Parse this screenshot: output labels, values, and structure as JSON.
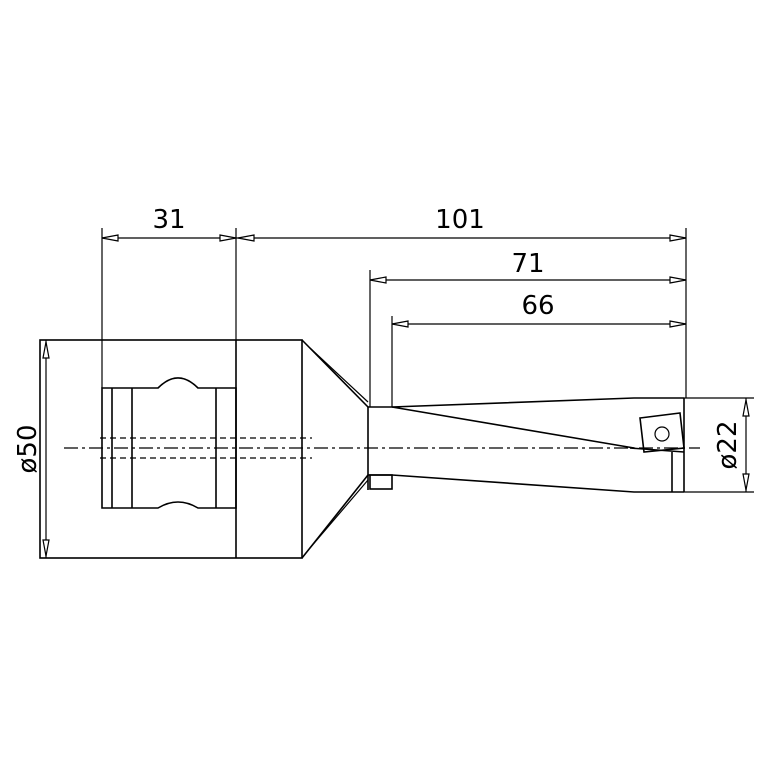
{
  "dimensions": {
    "shank_length": "31",
    "overall_length": "101",
    "length_to_step": "71",
    "flute_length": "66",
    "shank_diameter": "ø50",
    "drill_diameter": "ø22"
  },
  "colors": {
    "line": "#000000",
    "background": "#ffffff"
  }
}
